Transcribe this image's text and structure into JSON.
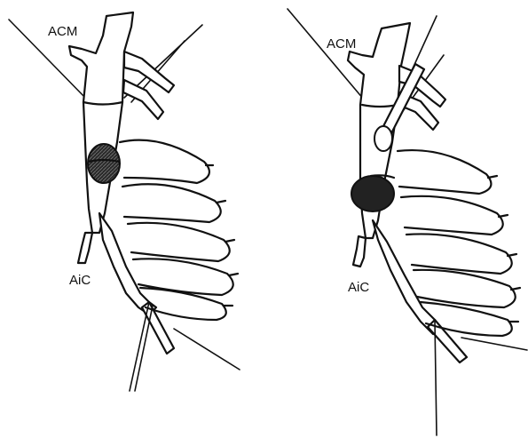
{
  "panels": [
    {
      "label_top": "ACM",
      "label_bottom": "AiC"
    },
    {
      "label_top": "ACM",
      "label_bottom": "AiC"
    }
  ],
  "colors": {
    "ink": "#111111",
    "aneurysm_fill": "#333333",
    "background": "#ffffff"
  }
}
